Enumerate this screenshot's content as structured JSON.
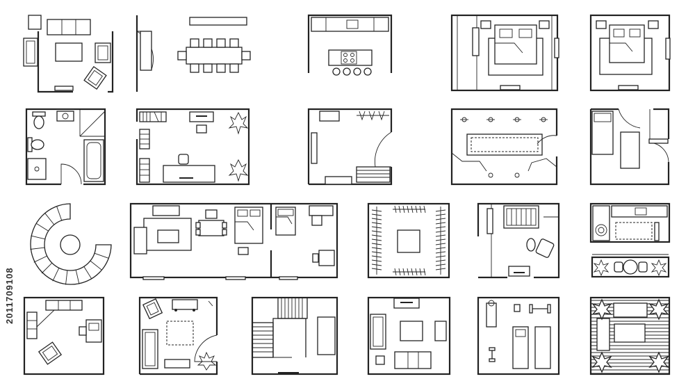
{
  "stock_id": "2011709108",
  "colors": {
    "line": "#222222",
    "background": "#ffffff"
  },
  "plans": [
    {
      "name": "living-room-plan"
    },
    {
      "name": "dining-room-plan"
    },
    {
      "name": "kitchen-island-plan"
    },
    {
      "name": "bedroom-wardrobe-plan"
    },
    {
      "name": "bedroom-plan"
    },
    {
      "name": "bathroom-plan"
    },
    {
      "name": "home-office-plan"
    },
    {
      "name": "hallway-storage-plan"
    },
    {
      "name": "lighted-hall-plan"
    },
    {
      "name": "small-bedroom-plan"
    },
    {
      "name": "spiral-staircase-plan"
    },
    {
      "name": "apartment-plan"
    },
    {
      "name": "walk-in-closet-plan"
    },
    {
      "name": "nursery-plan"
    },
    {
      "name": "laundry-balcony-plan"
    },
    {
      "name": "study-room-plan"
    },
    {
      "name": "lounge-corner-plan"
    },
    {
      "name": "stairwell-plan"
    },
    {
      "name": "family-room-plan"
    },
    {
      "name": "home-gym-plan"
    },
    {
      "name": "terrace-plan"
    }
  ]
}
